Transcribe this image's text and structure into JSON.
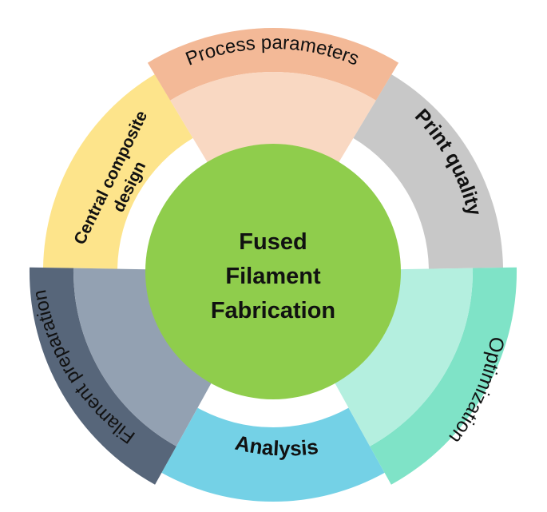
{
  "center": {
    "lines": [
      "Fused",
      "Filament",
      "Fabrication"
    ],
    "color": "#8fcd4c"
  },
  "segments": [
    {
      "key": "process_parameters",
      "label": "Process parameters",
      "bold": false,
      "outer_color": "#f3b997",
      "inner_color": "#f9d8c2",
      "raised": true
    },
    {
      "key": "print_quality",
      "label": "Print quality",
      "bold": true,
      "color": "#c8c8c8",
      "raised": false
    },
    {
      "key": "optimization",
      "label": "Optimization",
      "bold": false,
      "outer_color": "#7fe3c7",
      "inner_color": "#b4efdf",
      "raised": true
    },
    {
      "key": "analysis",
      "label": "Analysis",
      "bold": true,
      "color": "#74d1e6",
      "raised": false
    },
    {
      "key": "filament_preparation",
      "label": "Filament preparation",
      "bold": false,
      "outer_color": "#57667a",
      "inner_color": "#93a1b2",
      "raised": true
    },
    {
      "key": "central_composite_design",
      "label": "Central composite design",
      "bold": true,
      "label_lines": [
        "Central composite",
        "design"
      ],
      "color": "#fde48b",
      "raised": false
    }
  ]
}
